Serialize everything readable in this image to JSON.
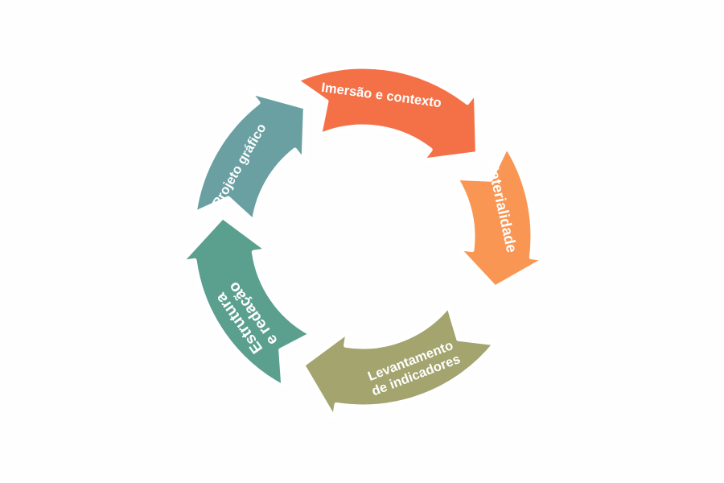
{
  "diagram": {
    "segments": [
      {
        "id": "imersao",
        "lines": [
          "Imersão e contexto"
        ],
        "color": "#f47148"
      },
      {
        "id": "materialidade",
        "lines": [
          "Materialidade"
        ],
        "color": "#f99653"
      },
      {
        "id": "levantamento",
        "lines": [
          "Levantamento",
          "de indicadores"
        ],
        "color": "#a3a46e"
      },
      {
        "id": "estrutura",
        "lines": [
          "Estrutura",
          "e redação"
        ],
        "color": "#5ba08f"
      },
      {
        "id": "projeto",
        "lines": [
          "Projeto gráfico"
        ],
        "color": "#6aa0a2"
      }
    ]
  }
}
